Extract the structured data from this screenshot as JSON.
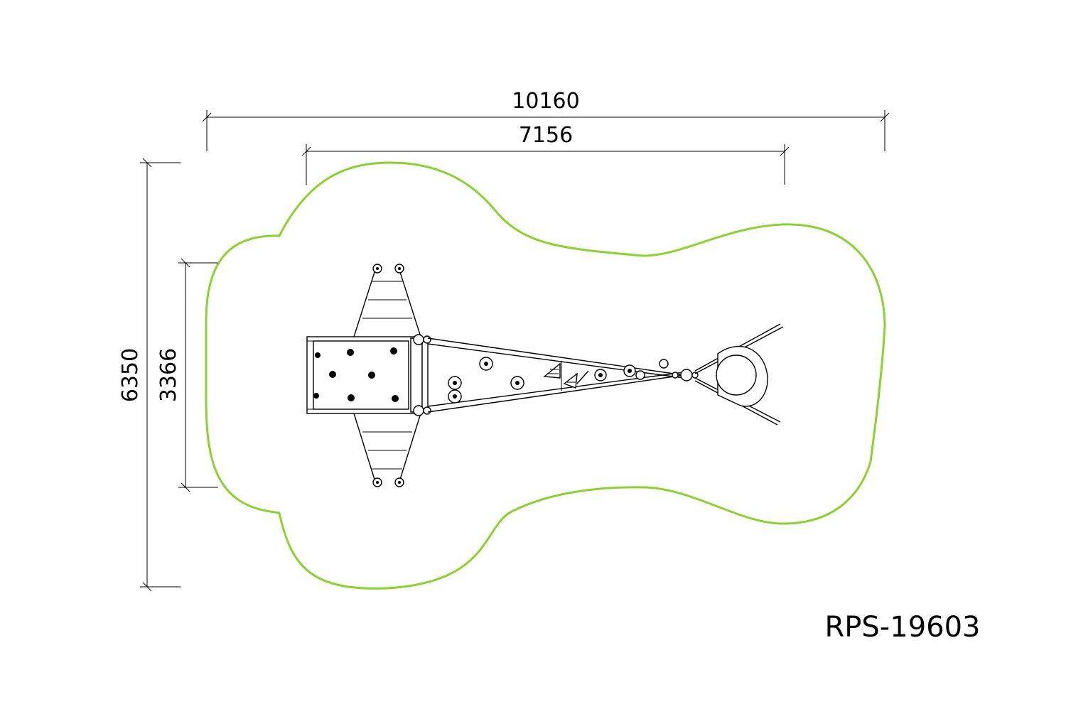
{
  "dimensions": {
    "overall_width": "10160",
    "equipment_width": "7156",
    "overall_depth": "6350",
    "equipment_depth": "3366"
  },
  "model_code": "RPS-19603",
  "colors": {
    "safety_zone": "#8bd22d",
    "line": "#000000",
    "background": "#ffffff"
  }
}
